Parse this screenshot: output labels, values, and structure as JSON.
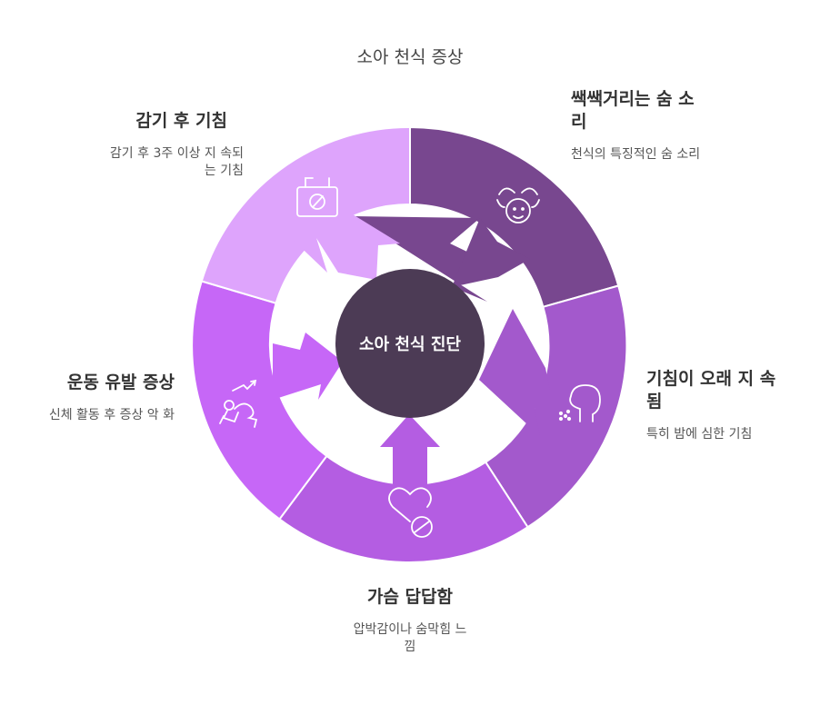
{
  "title": "소아 천식 증상",
  "center": {
    "label": "소아 천식 진단",
    "color": "#4c3b55"
  },
  "segments": [
    {
      "head": "쌕쌕거리는 숨 소리",
      "desc": "천식의 특징적인 숨 소리",
      "color": "#78478f",
      "icon": "breathing-child-icon"
    },
    {
      "head": "기침이 오래 지 속됨",
      "desc": "특히 밤에 심한 기침",
      "color": "#a359cc",
      "icon": "coughing-head-icon"
    },
    {
      "head": "가슴 답답함",
      "desc": "압박감이나 숨막힘 느낌",
      "color": "#b45de2",
      "icon": "heart-pill-icon"
    },
    {
      "head": "운동 유발 증상",
      "desc": "신체 활동 후 증상 악 화",
      "color": "#c667f7",
      "icon": "exercise-runner-icon"
    },
    {
      "head": "감기 후 기침",
      "desc": "감기 후 3주 이상 지 속되는 기침",
      "color": "#dea4fc",
      "icon": "medicine-calendar-icon"
    }
  ]
}
